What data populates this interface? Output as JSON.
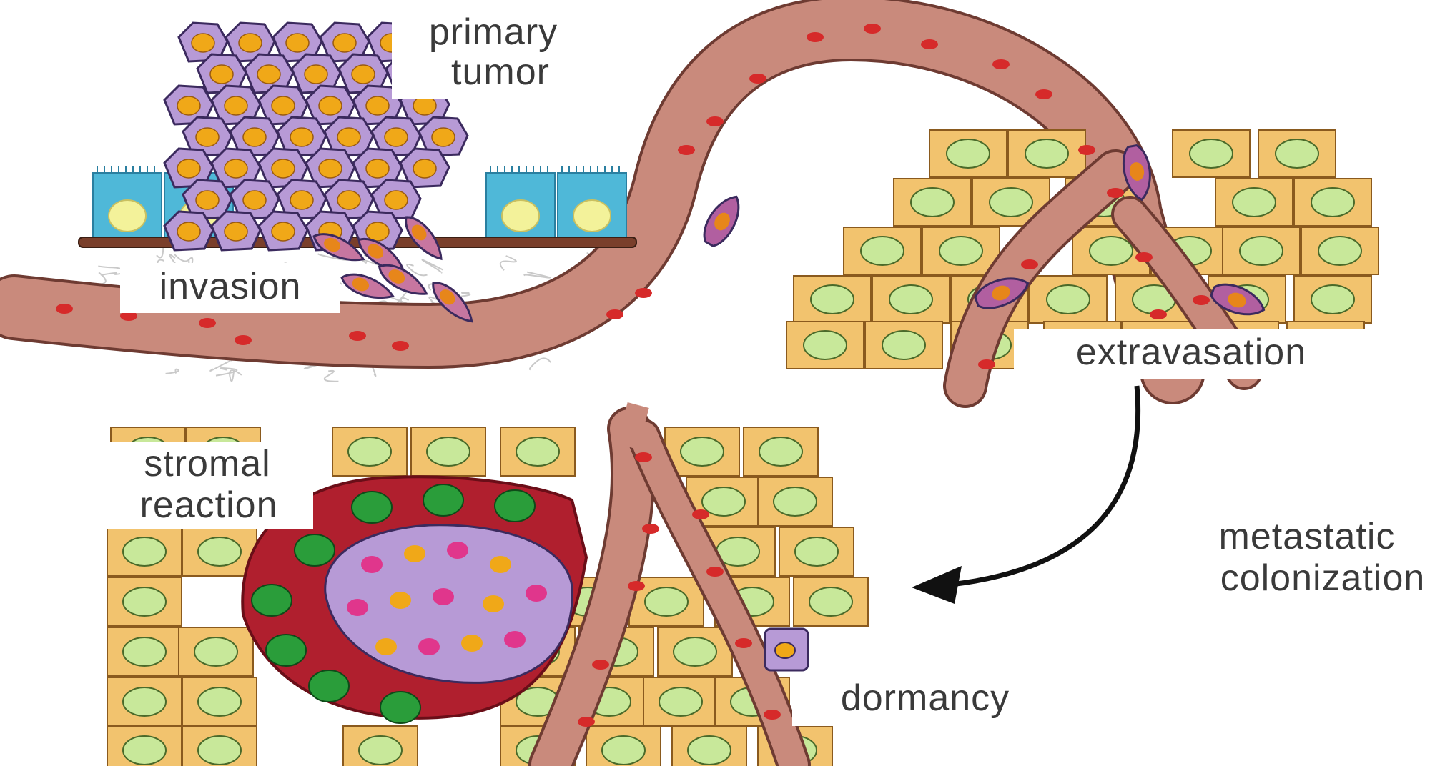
{
  "labels": {
    "primary_tumor": [
      "primary",
      "tumor"
    ],
    "invasion": "invasion",
    "extravasation": "extravasation",
    "stromal_reaction": [
      "stromal",
      "reaction"
    ],
    "metastatic_colonization": [
      "metastatic",
      "colonization"
    ],
    "dormancy": "dormancy"
  },
  "colors": {
    "vessel": "#c98a7c",
    "vessel_outline": "#6e3b32",
    "red_blood_cell": "#d62a2a",
    "tissue_cell": "#f2c36e",
    "tissue_outline": "#8a5a1e",
    "tissue_nucleus": "#c8e89a",
    "tumor_cell": "#b79ad6",
    "tumor_outline": "#3b2a5e",
    "tumor_nucleus": "#f0a818",
    "epithelium": "#4fb8d8",
    "epithelial_nucleus": "#f3f29a",
    "basement_membrane": "#7a3f2b",
    "stroma": "#b01f2e",
    "stroma_nucleus": "#2a9d3a",
    "metastasis_nucleus": "#e0368c",
    "arrow": "#111111"
  }
}
